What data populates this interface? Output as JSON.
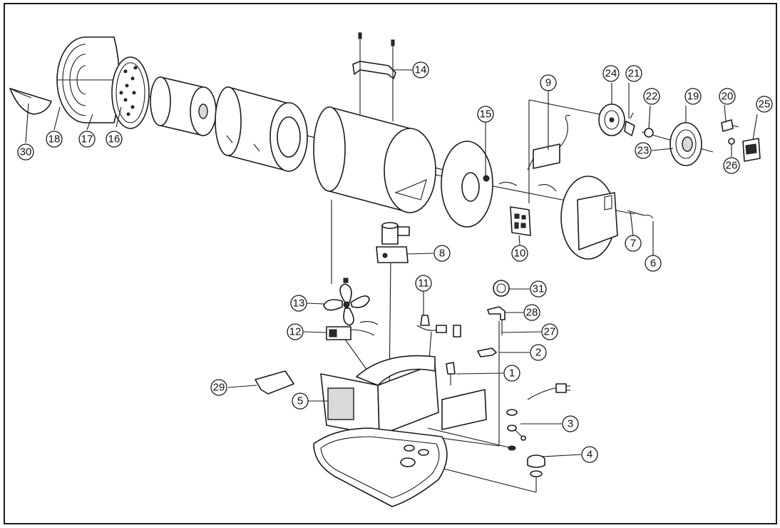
{
  "callouts": [
    {
      "id": "c1",
      "label": "1"
    },
    {
      "id": "c2",
      "label": "2"
    },
    {
      "id": "c3",
      "label": "3"
    },
    {
      "id": "c4",
      "label": "4"
    },
    {
      "id": "c5",
      "label": "5"
    },
    {
      "id": "c6",
      "label": "6"
    },
    {
      "id": "c7",
      "label": "7"
    },
    {
      "id": "c8",
      "label": "8"
    },
    {
      "id": "c9",
      "label": "9"
    },
    {
      "id": "c10",
      "label": "10"
    },
    {
      "id": "c11",
      "label": "11"
    },
    {
      "id": "c12",
      "label": "12"
    },
    {
      "id": "c13",
      "label": "13"
    },
    {
      "id": "c14",
      "label": "14"
    },
    {
      "id": "c15",
      "label": "15"
    },
    {
      "id": "c16",
      "label": "16"
    },
    {
      "id": "c17",
      "label": "17"
    },
    {
      "id": "c18",
      "label": "18"
    },
    {
      "id": "c19",
      "label": "19"
    },
    {
      "id": "c20",
      "label": "20"
    },
    {
      "id": "c21",
      "label": "21"
    },
    {
      "id": "c22",
      "label": "22"
    },
    {
      "id": "c23",
      "label": "23"
    },
    {
      "id": "c24",
      "label": "24"
    },
    {
      "id": "c25",
      "label": "25"
    },
    {
      "id": "c26",
      "label": "26"
    },
    {
      "id": "c27",
      "label": "27"
    },
    {
      "id": "c28",
      "label": "28"
    },
    {
      "id": "c29",
      "label": "29"
    },
    {
      "id": "c30",
      "label": "30"
    },
    {
      "id": "c31",
      "label": "31"
    }
  ],
  "colors": {
    "line": "#1a1a1a",
    "background": "#ffffff",
    "frame": "#1a1a1a"
  }
}
